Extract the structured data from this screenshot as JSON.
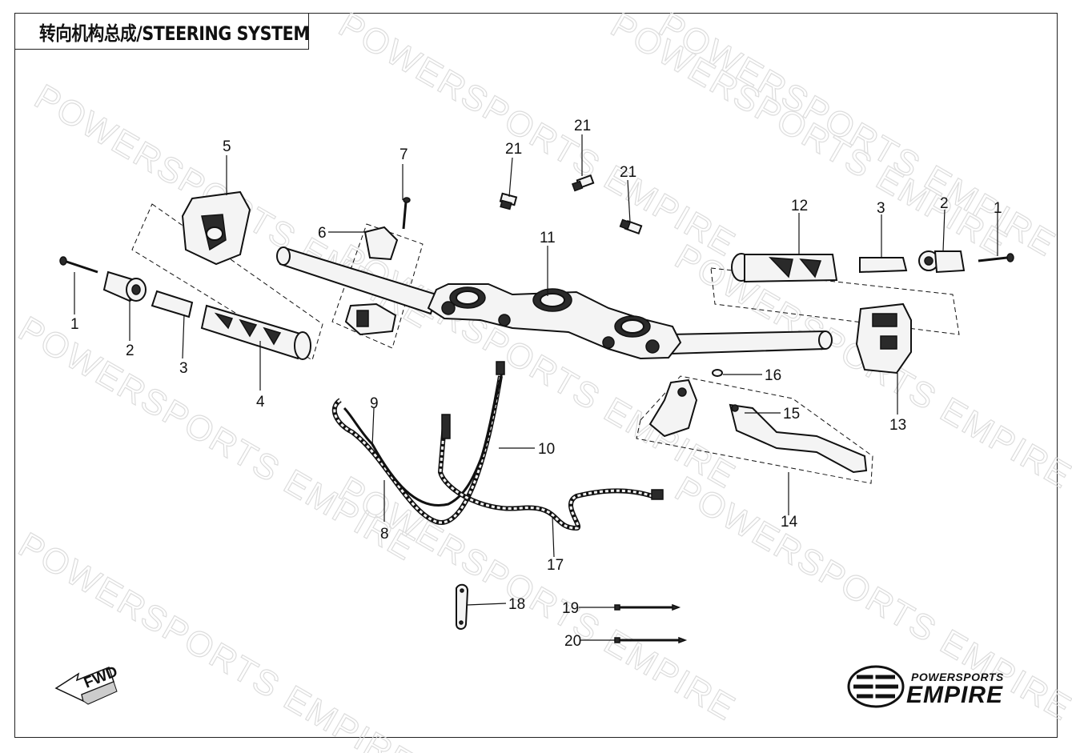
{
  "title": "转向机构总成/STEERING SYSTEM",
  "watermark": "POWERSPORTS EMPIRE",
  "fwd_label": "FWD",
  "brand": {
    "top": "POWERSPORTS",
    "main": "EMPIRE"
  },
  "callouts": [
    "1",
    "2",
    "3",
    "4",
    "5",
    "6",
    "7",
    "8",
    "9",
    "10",
    "11",
    "12",
    "13",
    "14",
    "15",
    "16",
    "17",
    "18",
    "19",
    "20",
    "21"
  ],
  "labels": {
    "l1a": "1",
    "l2a": "2",
    "l3a": "3",
    "l4": "4",
    "l5": "5",
    "l6": "6",
    "l7": "7",
    "l8": "8",
    "l9": "9",
    "l10": "10",
    "l11": "11",
    "l12": "12",
    "l3b": "3",
    "l2b": "2",
    "l1b": "1",
    "l13": "13",
    "l14": "14",
    "l15": "15",
    "l16": "16",
    "l17": "17",
    "l18": "18",
    "l19": "19",
    "l20": "20",
    "l21a": "21",
    "l21b": "21",
    "l21c": "21"
  }
}
